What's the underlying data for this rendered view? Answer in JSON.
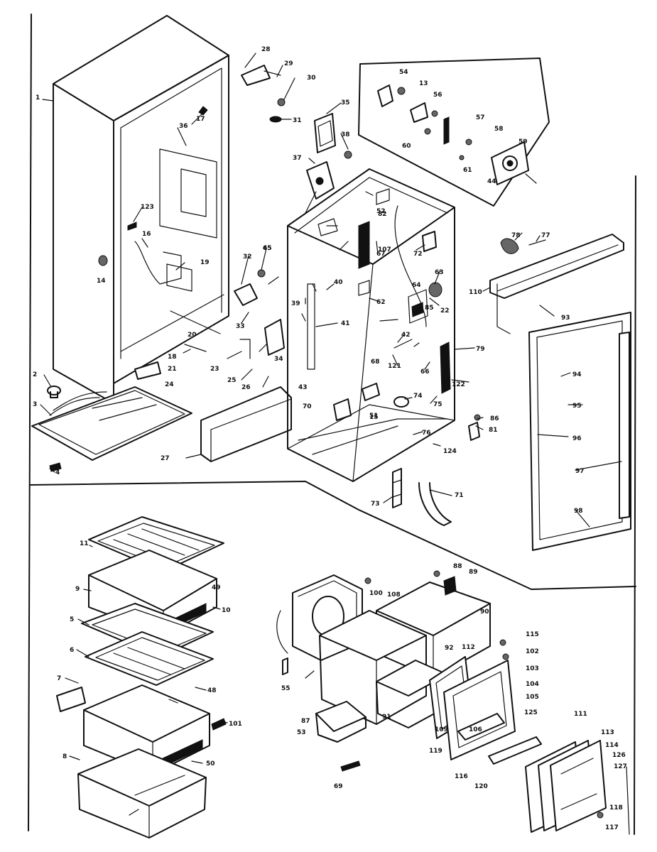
{
  "labels": [
    "1",
    "2",
    "3",
    "4",
    "5",
    "6",
    "7",
    "8",
    "9",
    "10",
    "11",
    "13",
    "14",
    "15",
    "16",
    "17",
    "18",
    "19",
    "20",
    "21",
    "22",
    "23",
    "24",
    "25",
    "26",
    "27",
    "28",
    "29",
    "30",
    "31",
    "32",
    "33",
    "34",
    "35",
    "36",
    "37",
    "38",
    "39",
    "40",
    "41",
    "42",
    "43",
    "44",
    "45",
    "48",
    "49",
    "50",
    "51",
    "52",
    "53",
    "54",
    "55",
    "56",
    "57",
    "58",
    "59",
    "60",
    "61",
    "62",
    "63",
    "64",
    "65",
    "66",
    "67",
    "68",
    "69",
    "70",
    "71",
    "72",
    "73",
    "74",
    "75",
    "76",
    "77",
    "78",
    "79",
    "81",
    "82",
    "85",
    "86",
    "87",
    "88",
    "89",
    "90",
    "91",
    "92",
    "93",
    "94",
    "95",
    "96",
    "97",
    "98",
    "100",
    "101",
    "102",
    "103",
    "104",
    "105",
    "106",
    "107",
    "108",
    "109",
    "110",
    "111",
    "112",
    "113",
    "114",
    "115",
    "116",
    "117",
    "118",
    "119",
    "120",
    "121",
    "122",
    "123",
    "124",
    "125",
    "126",
    "127"
  ]
}
